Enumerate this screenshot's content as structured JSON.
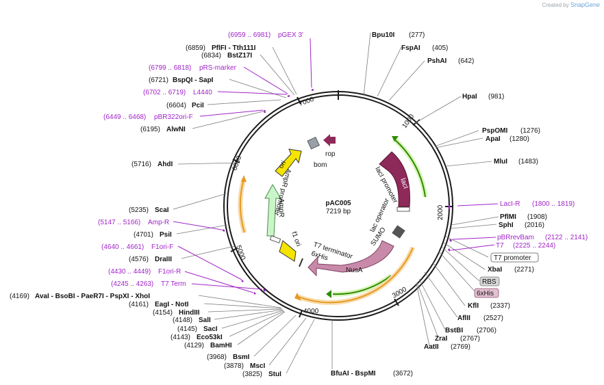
{
  "credit": {
    "prefix": "Created by",
    "brand": "SnapGene"
  },
  "plasmid": {
    "name": "pAC005",
    "length": "7219 bp"
  },
  "ticks": [
    "1000",
    "2000",
    "3000",
    "4000",
    "5000",
    "6000",
    "7000"
  ],
  "sites_right": [
    {
      "name": "Bpu10I",
      "pos": "(277)"
    },
    {
      "name": "FspAI",
      "pos": "(405)"
    },
    {
      "name": "PshAI",
      "pos": "(642)"
    },
    {
      "name": "HpaI",
      "pos": "(981)"
    },
    {
      "name": "PspOMI",
      "pos": "(1276)"
    },
    {
      "name": "ApaI",
      "pos": "(1280)"
    },
    {
      "name": "MluI",
      "pos": "(1483)"
    },
    {
      "name": "PflMI",
      "pos": "(1908)"
    },
    {
      "name": "SphI",
      "pos": "(2016)"
    },
    {
      "name": "XbaI",
      "pos": "(2271)"
    },
    {
      "name": "KflI",
      "pos": "(2337)"
    },
    {
      "name": "AflII",
      "pos": "(2527)"
    },
    {
      "name": "BstBI",
      "pos": "(2706)"
    },
    {
      "name": "ZraI",
      "pos": "(2767)"
    },
    {
      "name": "AatII",
      "pos": "(2769)"
    },
    {
      "name": "BfuAI  -  BspMI",
      "pos": "(3672)"
    }
  ],
  "primers_right": [
    {
      "name": "LacI-R",
      "range": "(1800 .. 1819)"
    },
    {
      "name": "pBRrevBam",
      "range": "(2122 .. 2141)"
    },
    {
      "name": "T7",
      "range": "(2225 .. 2244)"
    }
  ],
  "boxed_right": [
    "T7 promoter",
    "RBS",
    "6xHis"
  ],
  "sites_left": [
    {
      "pos": "(6859)",
      "name": "PflFI  -  Tth111I"
    },
    {
      "pos": "(6834)",
      "name": "BstZ17I"
    },
    {
      "pos": "(6721)",
      "name": "BspQI  -  SapI"
    },
    {
      "pos": "(6604)",
      "name": "PciI"
    },
    {
      "pos": "(6195)",
      "name": "AlwNI"
    },
    {
      "pos": "(5716)",
      "name": "AhdI"
    },
    {
      "pos": "(5235)",
      "name": "ScaI"
    },
    {
      "pos": "(4701)",
      "name": "PsiI"
    },
    {
      "pos": "(4576)",
      "name": "DraIII"
    },
    {
      "pos": "(4169)",
      "name": "AvaI  -  BsoBI  -  PaeR7I  -  PspXI  -  XhoI"
    },
    {
      "pos": "(4161)",
      "name": "EagI  -  NotI"
    },
    {
      "pos": "(4154)",
      "name": "HindIII"
    },
    {
      "pos": "(4148)",
      "name": "SalI"
    },
    {
      "pos": "(4145)",
      "name": "SacI"
    },
    {
      "pos": "(4143)",
      "name": "Eco53kI"
    },
    {
      "pos": "(4129)",
      "name": "BamHI"
    },
    {
      "pos": "(3968)",
      "name": "BsmI"
    },
    {
      "pos": "(3878)",
      "name": "MscI"
    },
    {
      "pos": "(3825)",
      "name": "StuI"
    }
  ],
  "primers_left": [
    {
      "range": "(6959 .. 6981)",
      "name": "pGEX 3'"
    },
    {
      "range": "(6799 .. 6818)",
      "name": "pRS-marker"
    },
    {
      "range": "(6702 .. 6719)",
      "name": "L4440"
    },
    {
      "range": "(6449 .. 6468)",
      "name": "pBR322ori-F"
    },
    {
      "range": "(5147 .. 5166)",
      "name": "Amp-R"
    },
    {
      "range": "(4640 .. 4661)",
      "name": "F1ori-F"
    },
    {
      "range": "(4430 .. 4449)",
      "name": "F1ori-R"
    },
    {
      "range": "(4245 .. 4263)",
      "name": "T7 Term"
    }
  ],
  "features": {
    "lacI": "lacI",
    "lacI_promoter": "lacI promoter",
    "lac_operator": "lac operator",
    "SUMO": "SUMO",
    "NusA": "NusA",
    "sixHis": "6xHis",
    "T7_terminator": "T7 terminator",
    "f1_ori": "f1 ori",
    "AmpR": "AmpR",
    "AmpR_promoter": "AmpR promoter",
    "ori": "ori",
    "bom": "bom",
    "rop": "rop"
  },
  "colors": {
    "ring": "#1a1a1a",
    "lacI": "#8e2a5a",
    "rop": "#8e2a5a",
    "bom": "#9aa0a8",
    "ori": "#f5e400",
    "f1_ori": "#f5e400",
    "AmpR": "#c9f5c9",
    "NusA": "#c98aaa",
    "arc_green": "#2e8b00",
    "arc_orange": "#e69a20",
    "primer": "#a023c8"
  }
}
